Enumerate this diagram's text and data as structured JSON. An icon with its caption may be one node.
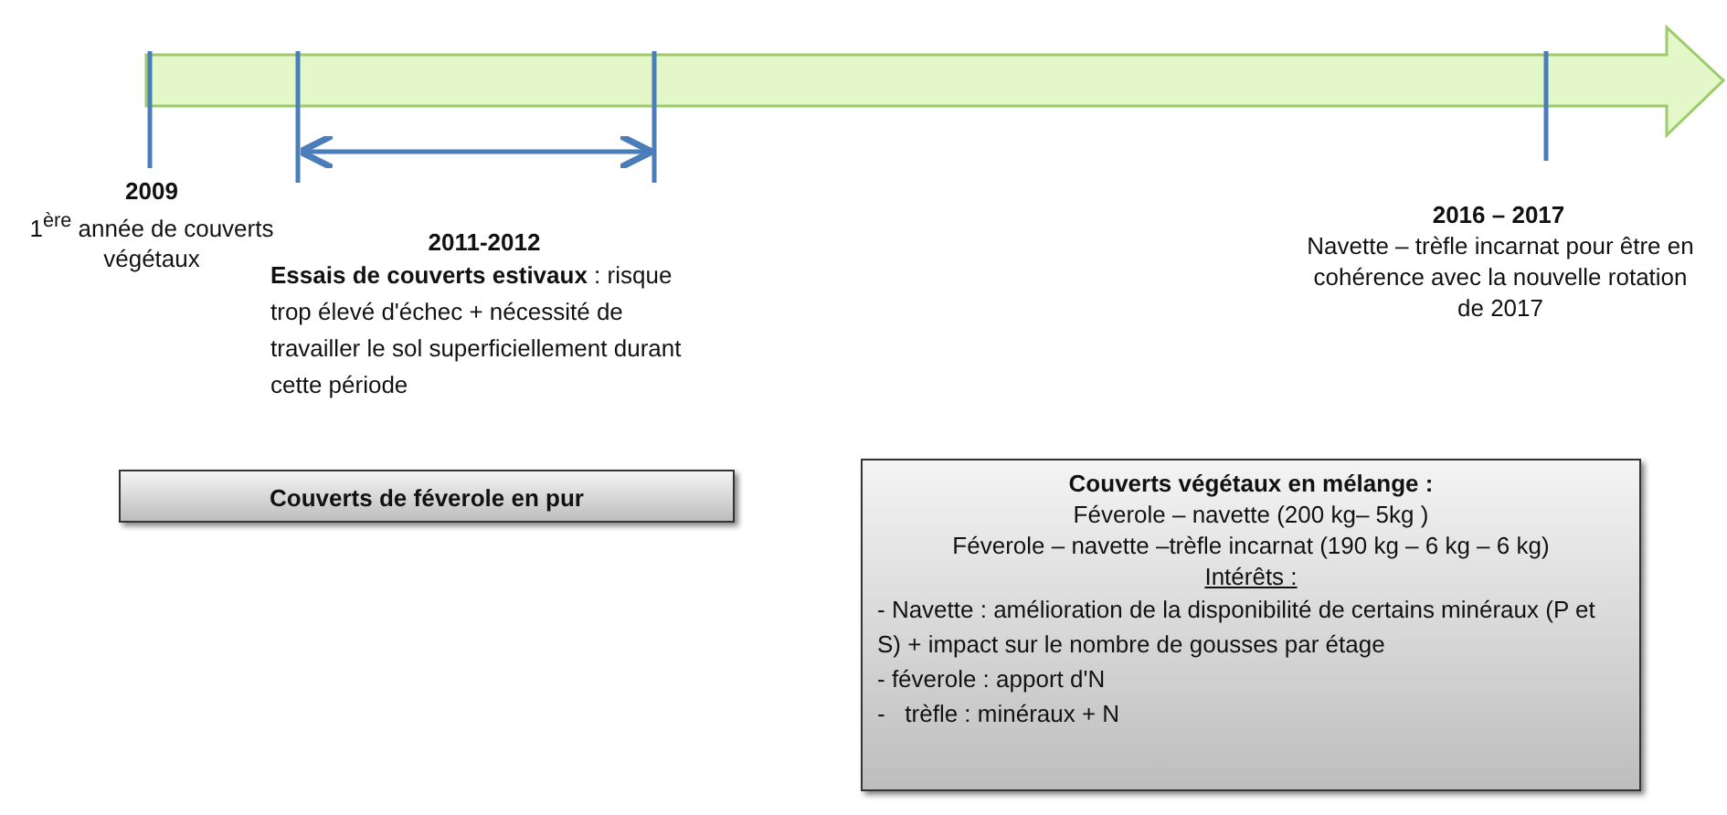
{
  "diagram": {
    "nodes": [
      {
        "text": [
          "Couverts de féverole en pur"
        ]
      },
      {
        "text": [
          "Couverts végétaux en mélange :",
          "Féverole – navette (200 kg– 5kg )",
          "Féverole – navette –trèfle incarnat (190 kg – 6 kg – 6 kg)",
          "Intérêts :",
          "- Navette : amélioration de la disponibilité de certains minéraux (P et S) + impact sur le nombre de gousses par étage",
          "- féverole : apport d'N",
          "-   trèfle : minéraux + N"
        ]
      }
    ],
    "labels": [
      "2009",
      "1$^{ère}$ année de couverts végétaux",
      "2011-2012",
      "**Essais de couverts estivaux** : risque trop élevé d'échec + nécessité de travailler le sol superficiellement durant cette période",
      "2016 – 2017",
      "Navette – trèfle incarnat pour être en cohérence avec la nouvelle rotation de 2017"
    ]
  }
}
